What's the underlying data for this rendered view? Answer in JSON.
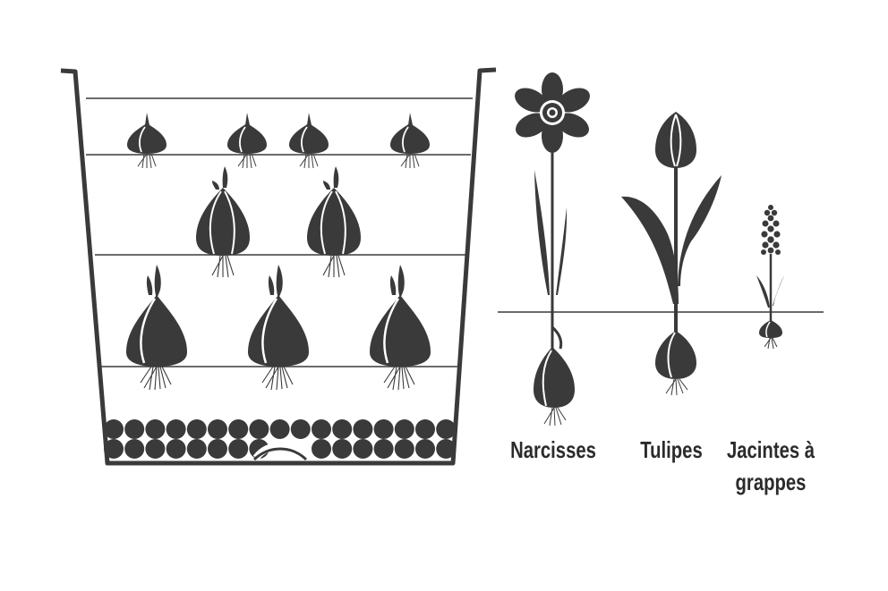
{
  "colors": {
    "ink": "#3a3a3a",
    "background": "#ffffff",
    "highlight": "#ffffff"
  },
  "pot": {
    "layers": 5,
    "bulb_rows": [
      {
        "kind": "small-bulb",
        "count": 4
      },
      {
        "kind": "medium-bulb",
        "count": 2
      },
      {
        "kind": "large-bulb",
        "count": 3
      }
    ],
    "drainage": "gravel-layer"
  },
  "plants": [
    {
      "id": "narcisses",
      "label": "Narcisses",
      "icon": "daffodil-icon"
    },
    {
      "id": "tulipes",
      "label": "Tulipes",
      "icon": "tulip-icon"
    },
    {
      "id": "jacintes",
      "label_line1": "Jacintes à",
      "label_line2": "grappes",
      "icon": "grape-hyacinth-icon"
    }
  ]
}
